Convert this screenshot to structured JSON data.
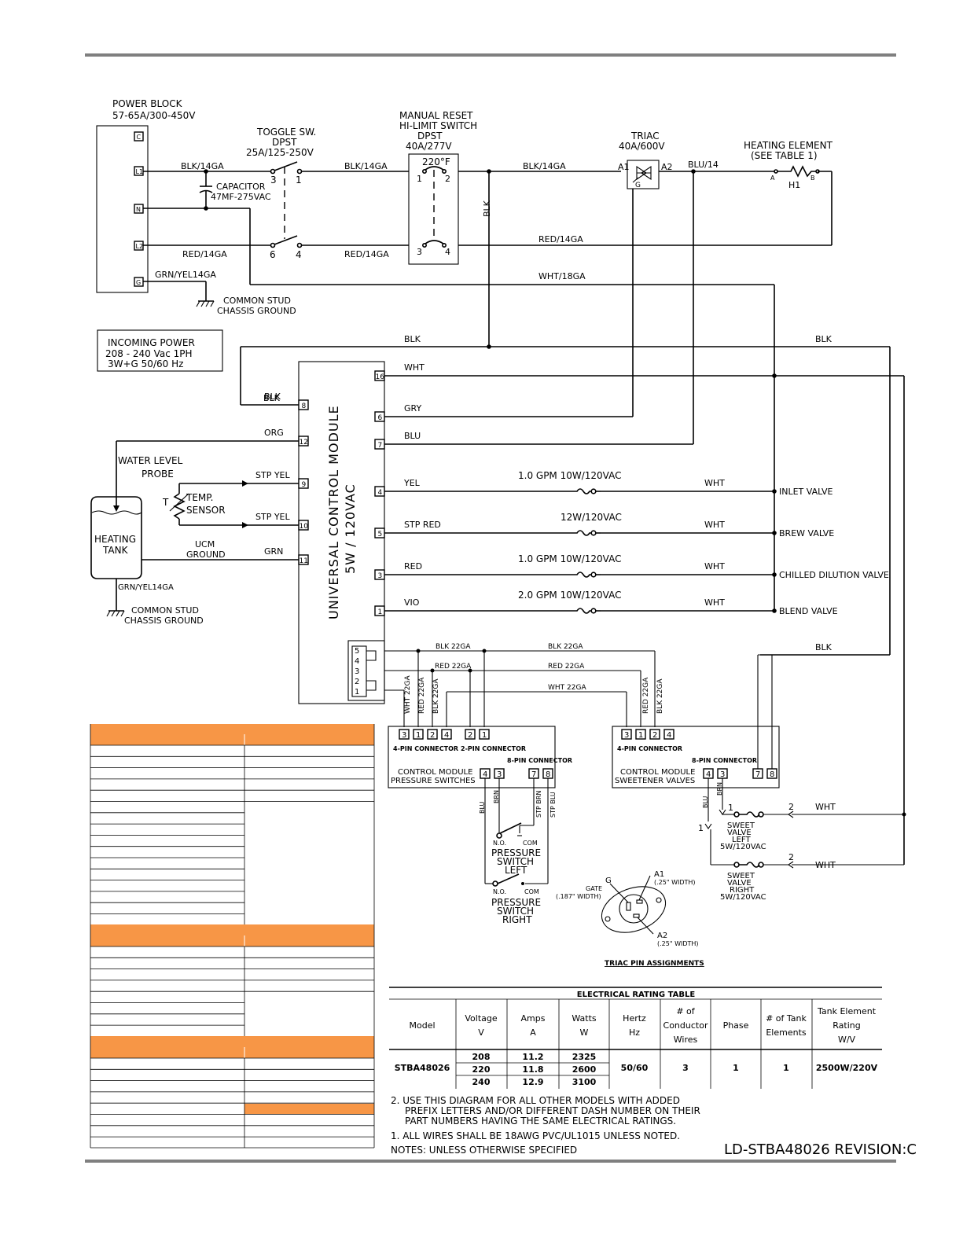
{
  "power_block": {
    "title": "POWER BLOCK",
    "rating": "57-65A/300-450V",
    "terminals": [
      "C",
      "L1",
      "N",
      "L2",
      "G"
    ]
  },
  "toggle_switch": {
    "title": "TOGGLE SW.",
    "type": "DPST",
    "rating": "25A/125-250V",
    "pins": [
      "3",
      "1",
      "6",
      "4"
    ]
  },
  "hi_limit": {
    "title1": "MANUAL RESET",
    "title2": "HI-LIMIT SWITCH",
    "type": "DPST",
    "rating": "40A/277V",
    "temp": "220°F",
    "pins": [
      "1",
      "2",
      "3",
      "4"
    ]
  },
  "triac": {
    "title": "TRIAC",
    "rating": "40A/600V",
    "a1": "A1",
    "a2": "A2",
    "g": "G"
  },
  "heating_element": {
    "title": "HEATING ELEMENT",
    "note": "(SEE TABLE 1)",
    "a": "A",
    "b": "B",
    "h": "H1"
  },
  "capacitor": {
    "label": "CAPACITOR",
    "rating": "47MF-275VAC"
  },
  "wire_labels": {
    "blk14_1": "BLK/14GA",
    "blk14_2": "BLK/14GA",
    "blk14_3": "BLK/14GA",
    "red14_1": "RED/14GA",
    "red14_2": "RED/14GA",
    "red14_3": "RED/14GA",
    "blu14": "BLU/14",
    "wht18": "WHT/18GA",
    "grnyel14": "GRN/YEL14GA",
    "blk_vert": "BLK",
    "blk_a": "BLK",
    "blk_b": "BLK",
    "blk_c": "BLK",
    "blk_d": "BLK"
  },
  "ground1": {
    "l1": "COMMON STUD",
    "l2": "CHASSIS GROUND"
  },
  "incoming_power": {
    "l1": "INCOMING POWER",
    "l2": "208 - 240 Vac 1PH",
    "l3": "3W+G  50/60  Hz"
  },
  "ucm": {
    "title": "UNIVERSAL CONTROL MODULE",
    "rating": "5W / 120VAC"
  },
  "ucm_pins": [
    {
      "num": "16",
      "wire": "WHT"
    },
    {
      "num": "8",
      "wire": "BLK"
    },
    {
      "num": "6",
      "wire": "GRY"
    },
    {
      "num": "12",
      "wire": "ORG"
    },
    {
      "num": "7",
      "wire": "BLU"
    },
    {
      "num": "9",
      "wire": "STP YEL"
    },
    {
      "num": "4",
      "wire": "YEL"
    },
    {
      "num": "10",
      "wire": "STP YEL"
    },
    {
      "num": "5",
      "wire": "STP RED"
    },
    {
      "num": "11",
      "wire": "GRN"
    },
    {
      "num": "3",
      "wire": "RED"
    },
    {
      "num": "1",
      "wire": "VIO"
    }
  ],
  "valves": [
    {
      "name": "INLET VALVE",
      "rating": "1.0  GPM  10W/120VAC",
      "ret": "WHT"
    },
    {
      "name": "BREW VALVE",
      "rating": "12W/120VAC",
      "ret": "WHT"
    },
    {
      "name": "CHILLED DILUTION VALVE",
      "rating": "1.0  GPM  10W/120VAC",
      "ret": "WHT"
    },
    {
      "name": "BLEND VALVE",
      "rating": "2.0  GPM  10W/120VAC",
      "ret": "WHT"
    }
  ],
  "tank": {
    "water_level": "WATER LEVEL",
    "probe": "PROBE",
    "temp": "TEMP.",
    "sensor": "SENSOR",
    "t": "T",
    "tank1": "HEATING",
    "tank2": "TANK",
    "ucm_ground1": "UCM",
    "ucm_ground2": "GROUND",
    "grn_yel": "GRN/YEL14GA"
  },
  "ground2": {
    "l1": "COMMON STUD",
    "l2": "CHASSIS GROUND"
  },
  "connector": {
    "pins": [
      "5",
      "4",
      "3",
      "2",
      "1"
    ]
  },
  "ribbon_labels": {
    "blk22_a": "BLK 22GA",
    "blk22_b": "BLK 22GA",
    "red22_a": "RED 22GA",
    "red22_b": "RED 22GA",
    "wht22": "WHT 22GA",
    "v_wht22": "WHT 22GA",
    "v_red22": "RED 22GA",
    "v_blk22": "BLK 22GA",
    "v_red22b": "RED 22GA",
    "v_blk22b": "BLK 22GA"
  },
  "pressure_module": {
    "pins_a": [
      "3",
      "1",
      "2",
      "4"
    ],
    "pins_b": [
      "2",
      "1"
    ],
    "c4": "4-PIN  CONNECTOR",
    "c2": "2-PIN  CONNECTOR",
    "c8": "8-PIN  CONNECTOR",
    "title1": "CONTROL  MODULE",
    "title2": "PRESSURE  SWITCHES",
    "pins_8": [
      "4",
      "3",
      "7",
      "8"
    ]
  },
  "sweetener_module": {
    "pins_a": [
      "3",
      "1",
      "2",
      "4"
    ],
    "c4": "4-PIN  CONNECTOR",
    "c8": "8-PIN  CONNECTOR",
    "title1": "CONTROL  MODULE",
    "title2": "SWEETENER  VALVES",
    "pins_8": [
      "4",
      "3",
      "7",
      "8"
    ]
  },
  "pressure_wires": {
    "blu": "BLU",
    "brn": "BRN",
    "stp_brn": "STP BRN",
    "stp_blu": "STP BLU",
    "no1": "N.O.",
    "com1": "COM",
    "no2": "N.O.",
    "com2": "COM"
  },
  "psw_left": {
    "l1": "PRESSURE",
    "l2": "SWITCH",
    "l3": "LEFT"
  },
  "psw_right": {
    "l1": "PRESSURE",
    "l2": "SWITCH",
    "l3": "RIGHT"
  },
  "sweet_wires": {
    "blu": "BLU",
    "brn": "BRN",
    "n1": "1",
    "n1b": "1",
    "n2": "2",
    "n2b": "2",
    "wht1": "WHT",
    "wht2": "WHT"
  },
  "sweet_left": {
    "l1": "SWEET",
    "l2": "VALVE",
    "l3": "LEFT",
    "l4": "5W/120VAC"
  },
  "sweet_right": {
    "l1": "SWEET",
    "l2": "VALVE",
    "l3": "RIGHT",
    "l4": "5W/120VAC"
  },
  "triac_pins": {
    "g": "G",
    "gate": "GATE",
    "gate_w": "(.187\" WIDTH)",
    "a1": "A1",
    "a1_w": "(.25\" WIDTH)",
    "a2": "A2",
    "a2_w": "(.25\" WIDTH)",
    "title": "TRIAC  PIN  ASSIGNMENTS"
  },
  "rating_table": {
    "title": "ELECTRICAL RATING TABLE",
    "headers": [
      "Model",
      "Voltage V",
      "Amps A",
      "Watts W",
      "Hertz Hz",
      "# of Conductor Wires",
      "Phase",
      "# of Tank Elements",
      "Tank Element Rating W/V"
    ],
    "model": "STBA48026",
    "voltage": [
      "208",
      "220",
      "240"
    ],
    "amps": [
      "11.2",
      "11.8",
      "12.9"
    ],
    "watts": [
      "2325",
      "2600",
      "3100"
    ],
    "hertz": "50/60",
    "conductors": "3",
    "phase": "1",
    "elements": "1",
    "element_rating": "2500W/220V"
  },
  "notes": {
    "n2a": "2.  USE THIS DIAGRAM FOR  ALL OTHER MODELS WITH ADDED",
    "n2b": "PREFIX LETTERS AND/OR DIFFERENT DASH NUMBER ON THEIR",
    "n2c": "PART NUMBERS HAVING THE SAME ELECTRICAL RATINGS.",
    "n1": "1.  ALL WIRES SHALL BE 18AWG PVC/UL1015 UNLESS NOTED.",
    "n0": "NOTES:  UNLESS  OTHERWISE  SPECIFIED"
  },
  "drawing_number": "LD-STBA48026  REVISION:C",
  "colors": {
    "rule": "#7f7f7f",
    "table_accent": "#f79646"
  }
}
